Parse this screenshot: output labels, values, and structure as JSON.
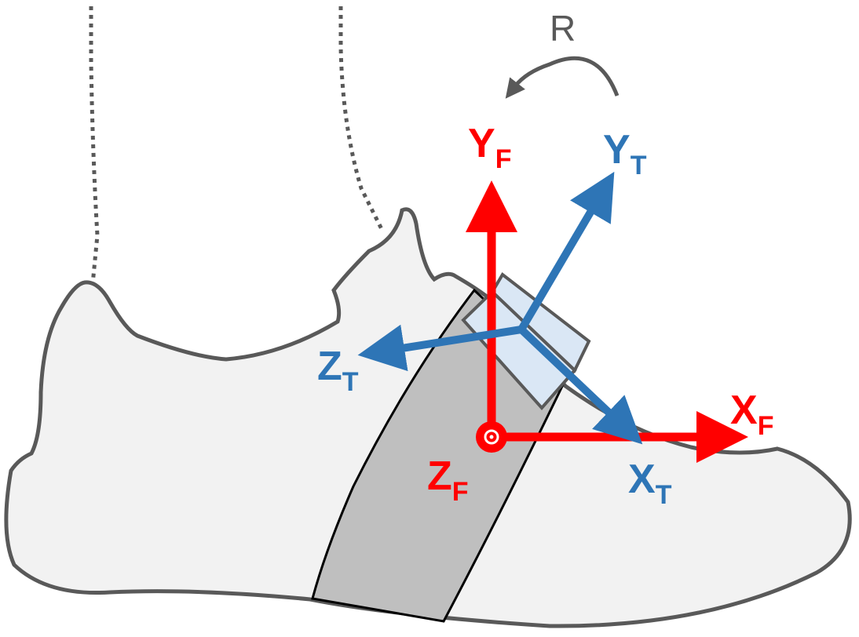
{
  "colors": {
    "foot_fill": "#f2f2f2",
    "outline": "#595959",
    "strap": "#bfbfbf",
    "sensor": "#dae7f5",
    "foot_frame": "#ff0000",
    "sensor_frame": "#2e75b6",
    "rotation": "#595959",
    "background": "#ffffff"
  },
  "labels": {
    "rotation": "R",
    "foot_y": {
      "main": "Y",
      "sub": "F"
    },
    "foot_x": {
      "main": "X",
      "sub": "F"
    },
    "foot_z": {
      "main": "Z",
      "sub": "F"
    },
    "sensor_y": {
      "main": "Y",
      "sub": "T"
    },
    "sensor_x": {
      "main": "X",
      "sub": "T"
    },
    "sensor_z": {
      "main": "Z",
      "sub": "T"
    }
  }
}
